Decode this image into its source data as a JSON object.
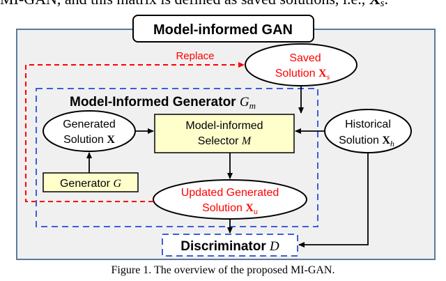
{
  "top_text": {
    "prefix": "MI-GAN, and this matrix is defined as saved solutions, i.e., ",
    "symbol": "X",
    "sub": "s",
    "suffix": "."
  },
  "diagram": {
    "title": "Model-informed GAN",
    "replace_label": "Replace",
    "saved": {
      "line1": "Saved",
      "line2": "Solution ",
      "sym": "X",
      "sub": "s"
    },
    "generator_group": {
      "label": "Model-Informed Generator ",
      "sym": "G",
      "sub": "m"
    },
    "generated": {
      "line1": "Generated",
      "line2": "Solution ",
      "sym": "X"
    },
    "selector": {
      "line1": "Model-informed",
      "line2": "Selector ",
      "sym": "M"
    },
    "historical": {
      "line1": "Historical",
      "line2": "Solution ",
      "sym": "X",
      "sub": "h"
    },
    "generator": {
      "label": "Generator ",
      "sym": "G"
    },
    "updated": {
      "line1": "Updated Generated",
      "line2": "Solution ",
      "sym": "X",
      "sub": "u"
    },
    "discriminator": {
      "label": "Discriminator ",
      "sym": "D"
    },
    "colors": {
      "panel_bg": "#f0f0f0",
      "panel_border": "#5b7a99",
      "box_fill": "#ffffcc",
      "red": "#ff0000",
      "blue": "#3a5fd9",
      "black": "#000000"
    }
  },
  "caption": "Figure 1. The overview of the proposed MI-GAN."
}
